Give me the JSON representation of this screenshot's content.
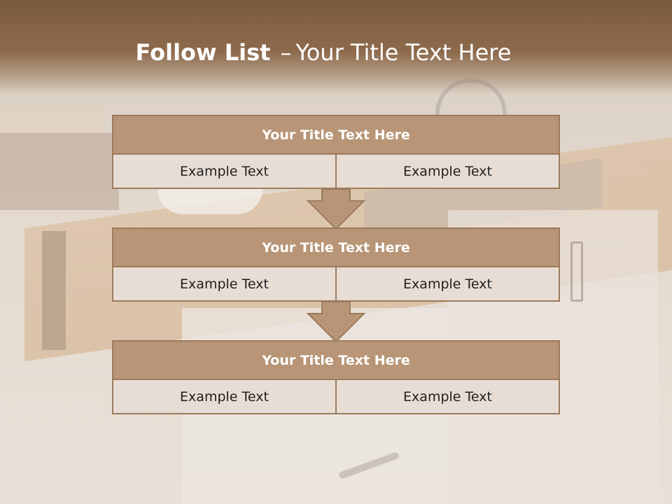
{
  "slide": {
    "title_strong": "Follow List",
    "title_dash": "–",
    "title_rest": "Your Title Text Here"
  },
  "blocks": [
    {
      "title": "Your Title Text Here",
      "left": "Example Text",
      "right": "Example Text"
    },
    {
      "title": "Your Title Text Here",
      "left": "Example Text",
      "right": "Example Text"
    },
    {
      "title": "Your Title Text Here",
      "left": "Example Text",
      "right": "Example Text"
    }
  ],
  "colors": {
    "header": "#8d6a4c",
    "block_head": "#b79576",
    "block_border": "#9c7b5c",
    "cell": "#e8ddd5",
    "arrow": "#b79576"
  },
  "icons": [
    "down-arrow-icon"
  ]
}
